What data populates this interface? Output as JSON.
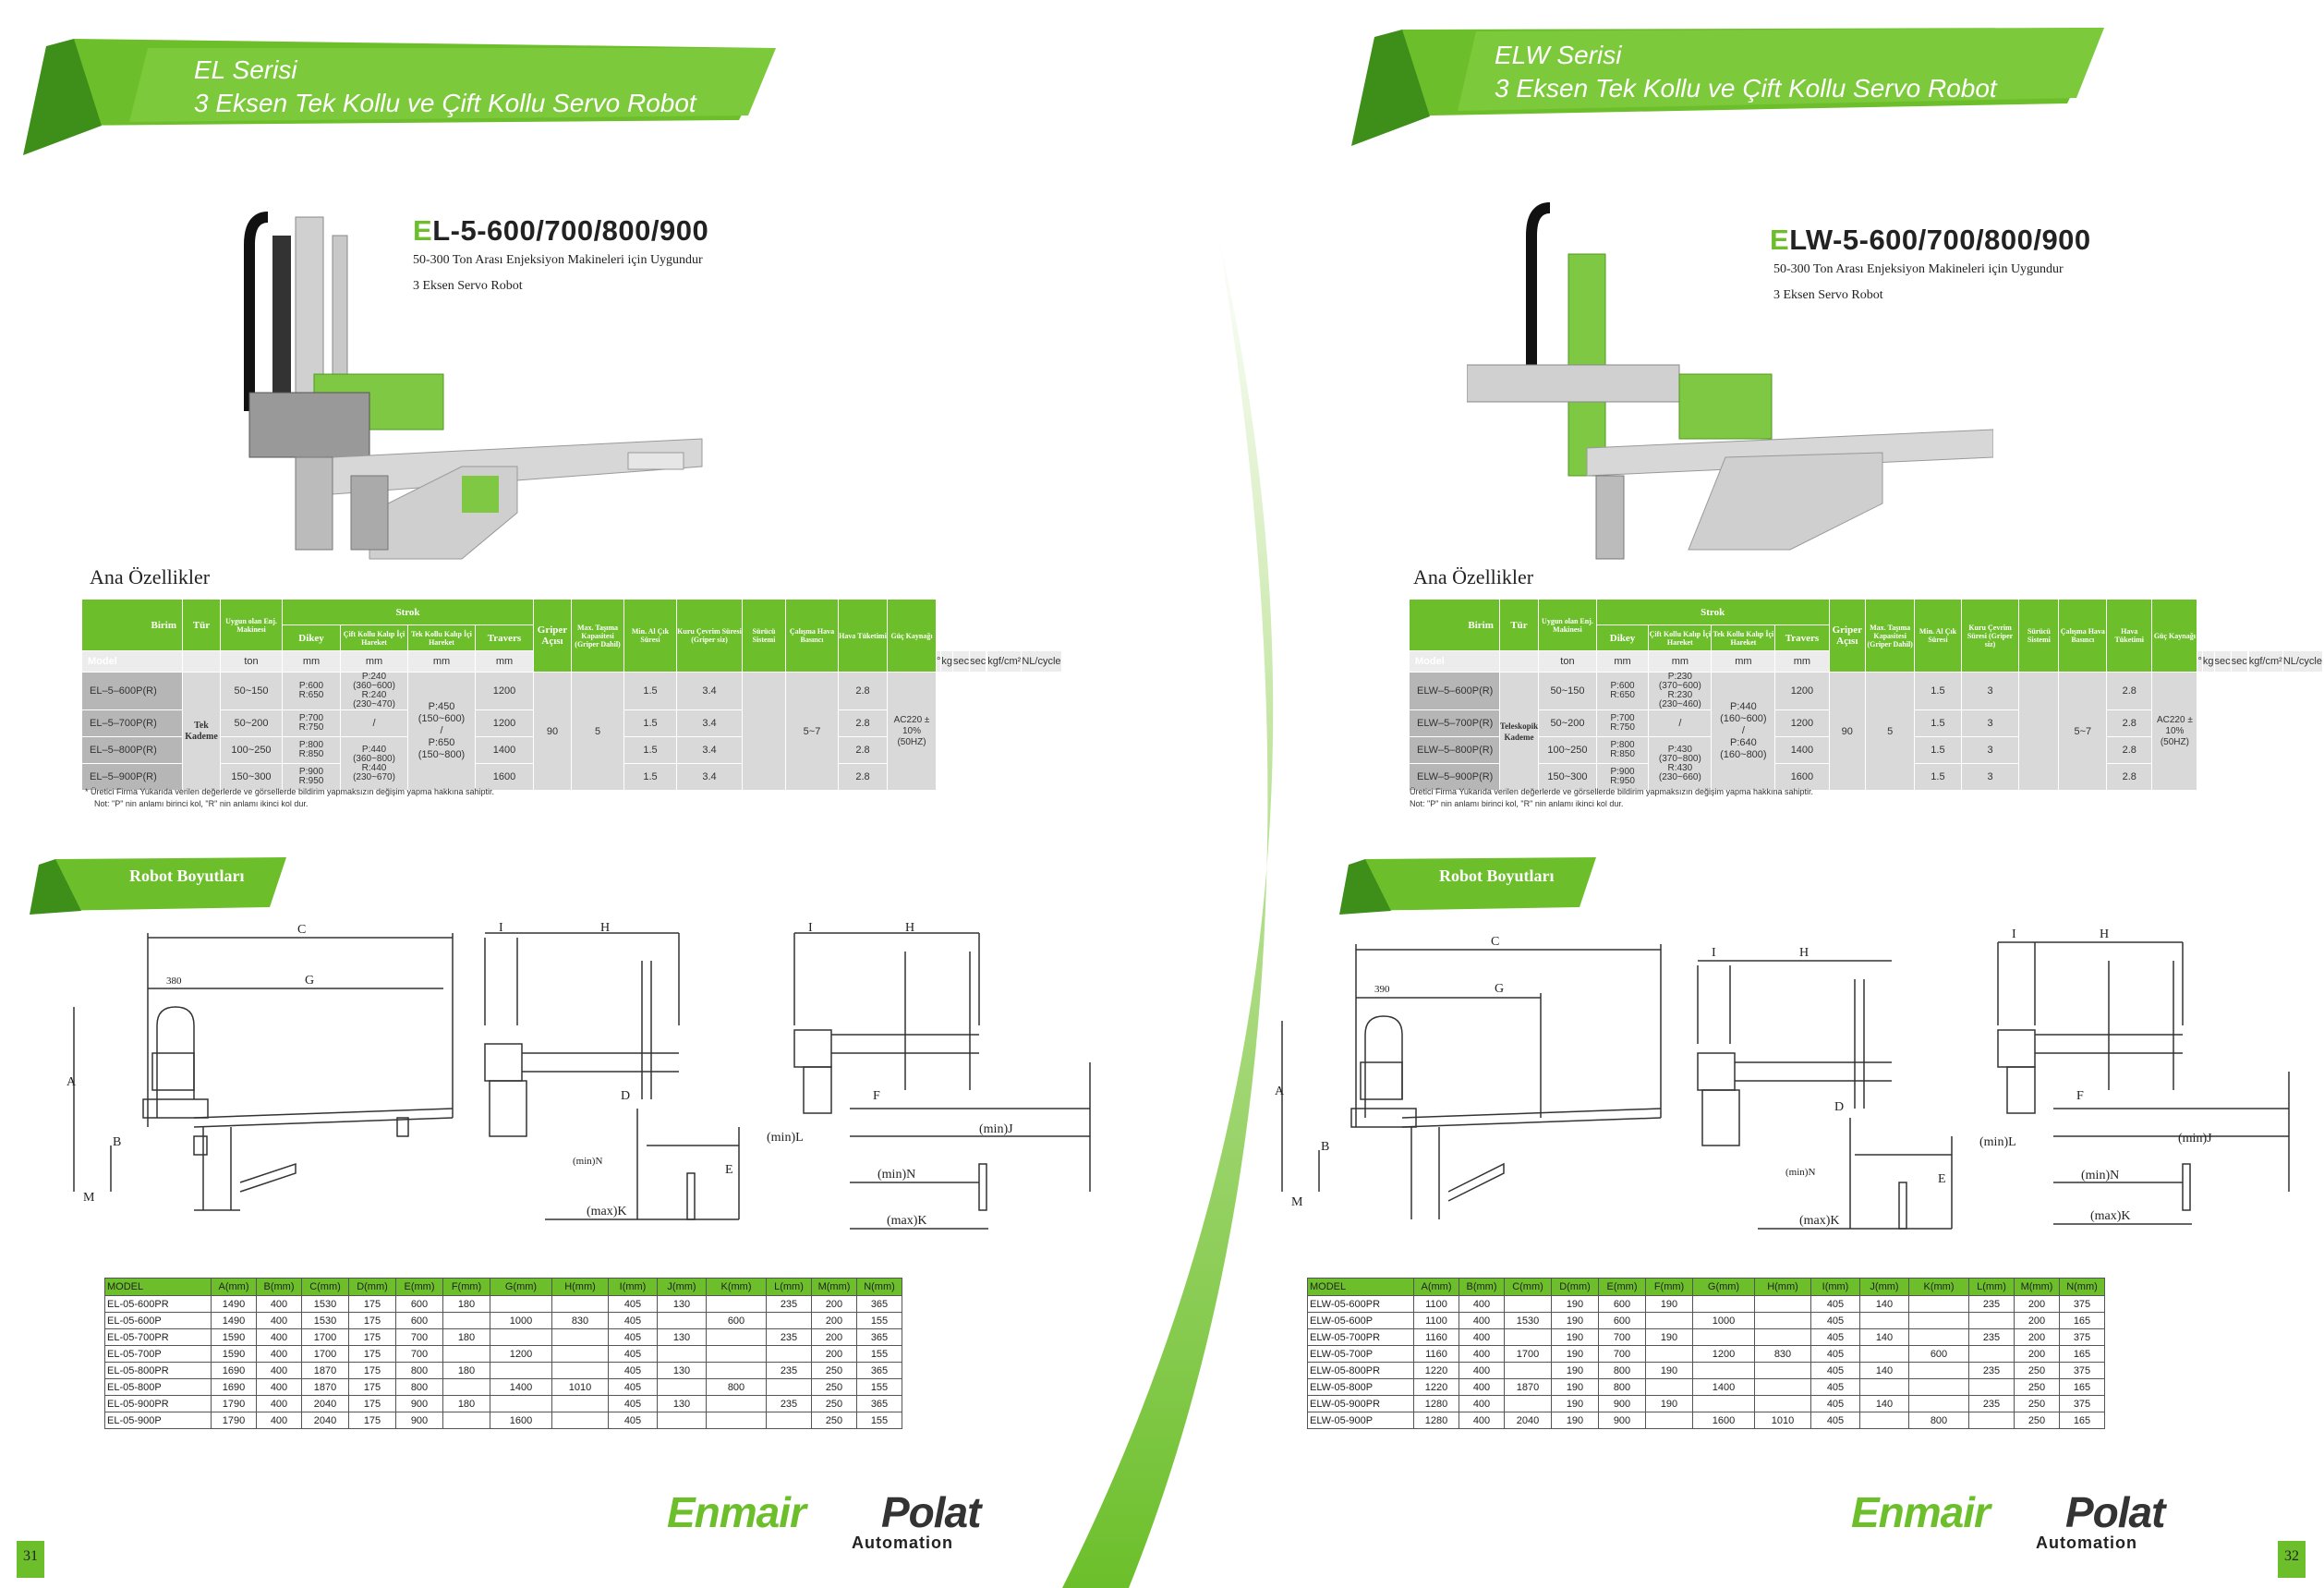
{
  "left": {
    "banner_line1": "EL  Serisi",
    "banner_line2": "3 Eksen Tek Kollu ve Çift Kollu Servo Robot",
    "model_title_first": "E",
    "model_title_rest": "L-5-600/700/800/900",
    "subline1": "50-300 Ton Arası Enjeksiyon Makineleri için Uygundur",
    "subline2": "3 Eksen Servo Robot",
    "features_title": "Ana Özellikler",
    "spec": {
      "h_birim": "Birim",
      "h_model": "Model",
      "h_tur": "Tür",
      "h_uygun": "Uygun olan Enj. Makinesi",
      "h_strok": "Strok",
      "h_dikey": "Dikey",
      "h_cift": "Çift Kollu Kalıp İçi Hareket",
      "h_tek": "Tek Kollu Kalıp İçi Hareket",
      "h_travers": "Travers",
      "h_griper": "Griper Açısı",
      "h_max": "Max. Taşıma Kapasitesi (Griper Dahil)",
      "h_min": "Min. Al Çık Süresi",
      "h_kuru": "Kuru Çevrim Süresi (Griper siz)",
      "h_surucu": "Sürücü Sistemi",
      "h_calisma": "Çalışma Hava Basıncı",
      "h_hava": "Hava Tüketimi",
      "h_guc": "Güç Kaynağı",
      "units": [
        "ton",
        "mm",
        "mm",
        "mm",
        "mm",
        "°",
        "kg",
        "sec",
        "sec",
        "",
        "kgf/cm²",
        "NL/cycle",
        ""
      ],
      "rows": [
        {
          "model": "EL–5–600P(R)",
          "ton": "50~150",
          "dikey": "P:600\nR:650",
          "min": "1.5",
          "kuru": "3.4",
          "travers": "1200",
          "hava": "2.8"
        },
        {
          "model": "EL–5–700P(R)",
          "ton": "50~200",
          "dikey": "P:700\nR:750",
          "min": "1.5",
          "kuru": "3.4",
          "travers": "1200",
          "hava": "2.8"
        },
        {
          "model": "EL–5–800P(R)",
          "ton": "100~250",
          "dikey": "P:800\nR:850",
          "min": "1.5",
          "kuru": "3.4",
          "travers": "1400",
          "hava": "2.8"
        },
        {
          "model": "EL–5–900P(R)",
          "ton": "150~300",
          "dikey": "P:900\nR:950",
          "min": "1.5",
          "kuru": "3.4",
          "travers": "1600",
          "hava": "2.8"
        }
      ],
      "cift": [
        "P:240\n(360~600)\nR:240\n(230~470)",
        "/",
        "P:440\n(360~800)\nR:440\n(230~670)"
      ],
      "tek": [
        "P:450\n(150~600)\n/\nP:650\n(150~800)"
      ],
      "tur": "Tek Kademe",
      "griper": "90",
      "max": "5",
      "calisma": "5~7",
      "guc": "AC220 ± 10% (50HZ)"
    },
    "note1": "*  Üretici Firma Yukarıda verilen değerlerde ve görsellerde bildirim yapmaksızın değişim yapma hakkına sahiptir.",
    "note2": "Not: \"P\" nin anlamı birinci kol, \"R\" nin anlamı ikinci kol dur.",
    "dims_banner": "Robot Boyutları",
    "diagram_labels": {
      "C": "C",
      "G": "G",
      "offset": "380",
      "A": "A",
      "B": "B",
      "M": "M",
      "I": "I",
      "H": "H",
      "D": "D",
      "E": "E",
      "minN": "(min)N",
      "maxK": "(max)K",
      "F": "F",
      "minL": "(min)L",
      "minJ": "(min)J",
      "maxK2": "(max)K",
      "minN2": "(min)N"
    },
    "dims": {
      "headers": [
        "MODEL",
        "A(mm)",
        "B(mm)",
        "C(mm)",
        "D(mm)",
        "E(mm)",
        "F(mm)",
        "G(mm)",
        "H(mm)",
        "I(mm)",
        "J(mm)",
        "K(mm)",
        "L(mm)",
        "M(mm)",
        "N(mm)"
      ],
      "rows": [
        [
          "EL-05-600PR",
          "1490",
          "400",
          "1530",
          "175",
          "600",
          "180",
          "",
          "",
          "405",
          "130",
          "",
          "235",
          "200",
          "365"
        ],
        [
          "EL-05-600P",
          "1490",
          "400",
          "1530",
          "175",
          "600",
          "",
          "1000",
          "830",
          "405",
          "",
          "600",
          "",
          "200",
          "155"
        ],
        [
          "EL-05-700PR",
          "1590",
          "400",
          "1700",
          "175",
          "700",
          "180",
          "",
          "",
          "405",
          "130",
          "",
          "235",
          "200",
          "365"
        ],
        [
          "EL-05-700P",
          "1590",
          "400",
          "1700",
          "175",
          "700",
          "",
          "1200",
          "",
          "405",
          "",
          "",
          "",
          "200",
          "155"
        ],
        [
          "EL-05-800PR",
          "1690",
          "400",
          "1870",
          "175",
          "800",
          "180",
          "",
          "",
          "405",
          "130",
          "",
          "235",
          "250",
          "365"
        ],
        [
          "EL-05-800P",
          "1690",
          "400",
          "1870",
          "175",
          "800",
          "",
          "1400",
          "1010",
          "405",
          "",
          "800",
          "",
          "250",
          "155"
        ],
        [
          "EL-05-900PR",
          "1790",
          "400",
          "2040",
          "175",
          "900",
          "180",
          "",
          "",
          "405",
          "130",
          "",
          "235",
          "250",
          "365"
        ],
        [
          "EL-05-900P",
          "1790",
          "400",
          "2040",
          "175",
          "900",
          "",
          "1600",
          "",
          "405",
          "",
          "",
          "",
          "250",
          "155"
        ]
      ]
    },
    "logo_a": "Enmair",
    "logo_b": "Polat",
    "logo_sub": "Automation",
    "page_number": "31"
  },
  "right": {
    "banner_line1": "ELW  Serisi",
    "banner_line2": "3 Eksen Tek Kollu ve Çift Kollu Servo Robot",
    "model_title_first": "E",
    "model_title_rest": "LW-5-600/700/800/900",
    "subline1": "50-300 Ton Arası Enjeksiyon Makineleri için Uygundur",
    "subline2": "3 Eksen Servo Robot",
    "features_title": "Ana Özellikler",
    "spec": {
      "h_birim": "Birim",
      "h_model": "Model",
      "h_tur": "Tür",
      "h_uygun": "Uygun olan Enj. Makinesi",
      "h_strok": "Strok",
      "h_dikey": "Dikey",
      "h_cift": "Çift Kollu Kalıp İçi Hareket",
      "h_tek": "Tek Kollu Kalıp İçi Hareket",
      "h_travers": "Travers",
      "h_griper": "Griper Açısı",
      "h_max": "Max. Taşıma Kapasitesi (Griper Dahil)",
      "h_min": "Min. Al Çık Süresi",
      "h_kuru": "Kuru Çevrim Süresi (Griper siz)",
      "h_surucu": "Sürücü Sistemi",
      "h_calisma": "Çalışma Hava Basıncı",
      "h_hava": "Hava Tüketimi",
      "h_guc": "Güç Kaynağı",
      "units": [
        "ton",
        "mm",
        "mm",
        "mm",
        "mm",
        "°",
        "kg",
        "sec",
        "sec",
        "",
        "kgf/cm²",
        "NL/cycle",
        ""
      ],
      "rows": [
        {
          "model": "ELW–5–600P(R)",
          "ton": "50~150",
          "dikey": "P:600\nR:650",
          "min": "1.5",
          "kuru": "3",
          "travers": "1200",
          "hava": "2.8"
        },
        {
          "model": "ELW–5–700P(R)",
          "ton": "50~200",
          "dikey": "P:700\nR:750",
          "min": "1.5",
          "kuru": "3",
          "travers": "1200",
          "hava": "2.8"
        },
        {
          "model": "ELW–5–800P(R)",
          "ton": "100~250",
          "dikey": "P:800\nR:850",
          "min": "1.5",
          "kuru": "3",
          "travers": "1400",
          "hava": "2.8"
        },
        {
          "model": "ELW–5–900P(R)",
          "ton": "150~300",
          "dikey": "P:900\nR:950",
          "min": "1.5",
          "kuru": "3",
          "travers": "1600",
          "hava": "2.8"
        }
      ],
      "cift": [
        "P:230\n(370~600)\nR:230\n(230~460)",
        "/",
        "P:430\n(370~800)\nR:430\n(230~660)"
      ],
      "tek": [
        "P:440\n(160~600)\n/\nP:640\n(160~800)"
      ],
      "tur": "Teleskopik Kademe",
      "griper": "90",
      "max": "5",
      "calisma": "5~7",
      "guc": "AC220 ± 10% (50HZ)"
    },
    "note1": "Üretici Firma Yukarıda verilen değerlerde ve görsellerde bildirim yapmaksızın değişim yapma hakkına sahiptir.",
    "note2": "Not: \"P\" nin anlamı birinci kol, \"R\" nin anlamı ikinci kol dur.",
    "dims_banner": "Robot Boyutları",
    "diagram_labels": {
      "C": "C",
      "G": "G",
      "offset": "390",
      "A": "A",
      "B": "B",
      "M": "M",
      "I": "I",
      "H": "H",
      "D": "D",
      "E": "E",
      "minN": "(min)N",
      "maxK": "(max)K",
      "F": "F",
      "minL": "(min)L",
      "minJ": "(min)J",
      "maxK2": "(max)K",
      "minN2": "(min)N"
    },
    "dims": {
      "headers": [
        "MODEL",
        "A(mm)",
        "B(mm)",
        "C(mm)",
        "D(mm)",
        "E(mm)",
        "F(mm)",
        "G(mm)",
        "H(mm)",
        "I(mm)",
        "J(mm)",
        "K(mm)",
        "L(mm)",
        "M(mm)",
        "N(mm)"
      ],
      "rows": [
        [
          "ELW-05-600PR",
          "1100",
          "400",
          "",
          "190",
          "600",
          "190",
          "",
          "",
          "405",
          "140",
          "",
          "235",
          "200",
          "375"
        ],
        [
          "ELW-05-600P",
          "1100",
          "400",
          "1530",
          "190",
          "600",
          "",
          "1000",
          "",
          "405",
          "",
          "",
          "",
          "200",
          "165"
        ],
        [
          "ELW-05-700PR",
          "1160",
          "400",
          "",
          "190",
          "700",
          "190",
          "",
          "",
          "405",
          "140",
          "",
          "235",
          "200",
          "375"
        ],
        [
          "ELW-05-700P",
          "1160",
          "400",
          "1700",
          "190",
          "700",
          "",
          "1200",
          "830",
          "405",
          "",
          "600",
          "",
          "200",
          "165"
        ],
        [
          "ELW-05-800PR",
          "1220",
          "400",
          "",
          "190",
          "800",
          "190",
          "",
          "",
          "405",
          "140",
          "",
          "235",
          "250",
          "375"
        ],
        [
          "ELW-05-800P",
          "1220",
          "400",
          "1870",
          "190",
          "800",
          "",
          "1400",
          "",
          "405",
          "",
          "",
          "",
          "250",
          "165"
        ],
        [
          "ELW-05-900PR",
          "1280",
          "400",
          "",
          "190",
          "900",
          "190",
          "",
          "",
          "405",
          "140",
          "",
          "235",
          "250",
          "375"
        ],
        [
          "ELW-05-900P",
          "1280",
          "400",
          "2040",
          "190",
          "900",
          "",
          "1600",
          "1010",
          "405",
          "",
          "800",
          "",
          "250",
          "165"
        ]
      ]
    },
    "logo_a": "Enmair",
    "logo_b": "Polat",
    "logo_sub": "Automation",
    "page_number": "32"
  }
}
